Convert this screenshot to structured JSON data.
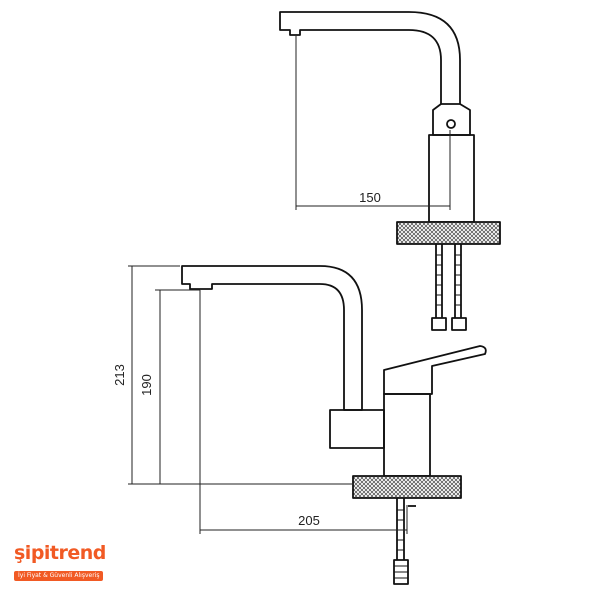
{
  "dimensions": {
    "top_spout_reach": "150",
    "total_height": "213",
    "spout_height": "190",
    "bottom_spout_reach": "205"
  },
  "brand": {
    "name": "şipitrend",
    "tagline": "İyi Fiyat & Güvenli Alışveriş",
    "color": "#f15a24"
  }
}
